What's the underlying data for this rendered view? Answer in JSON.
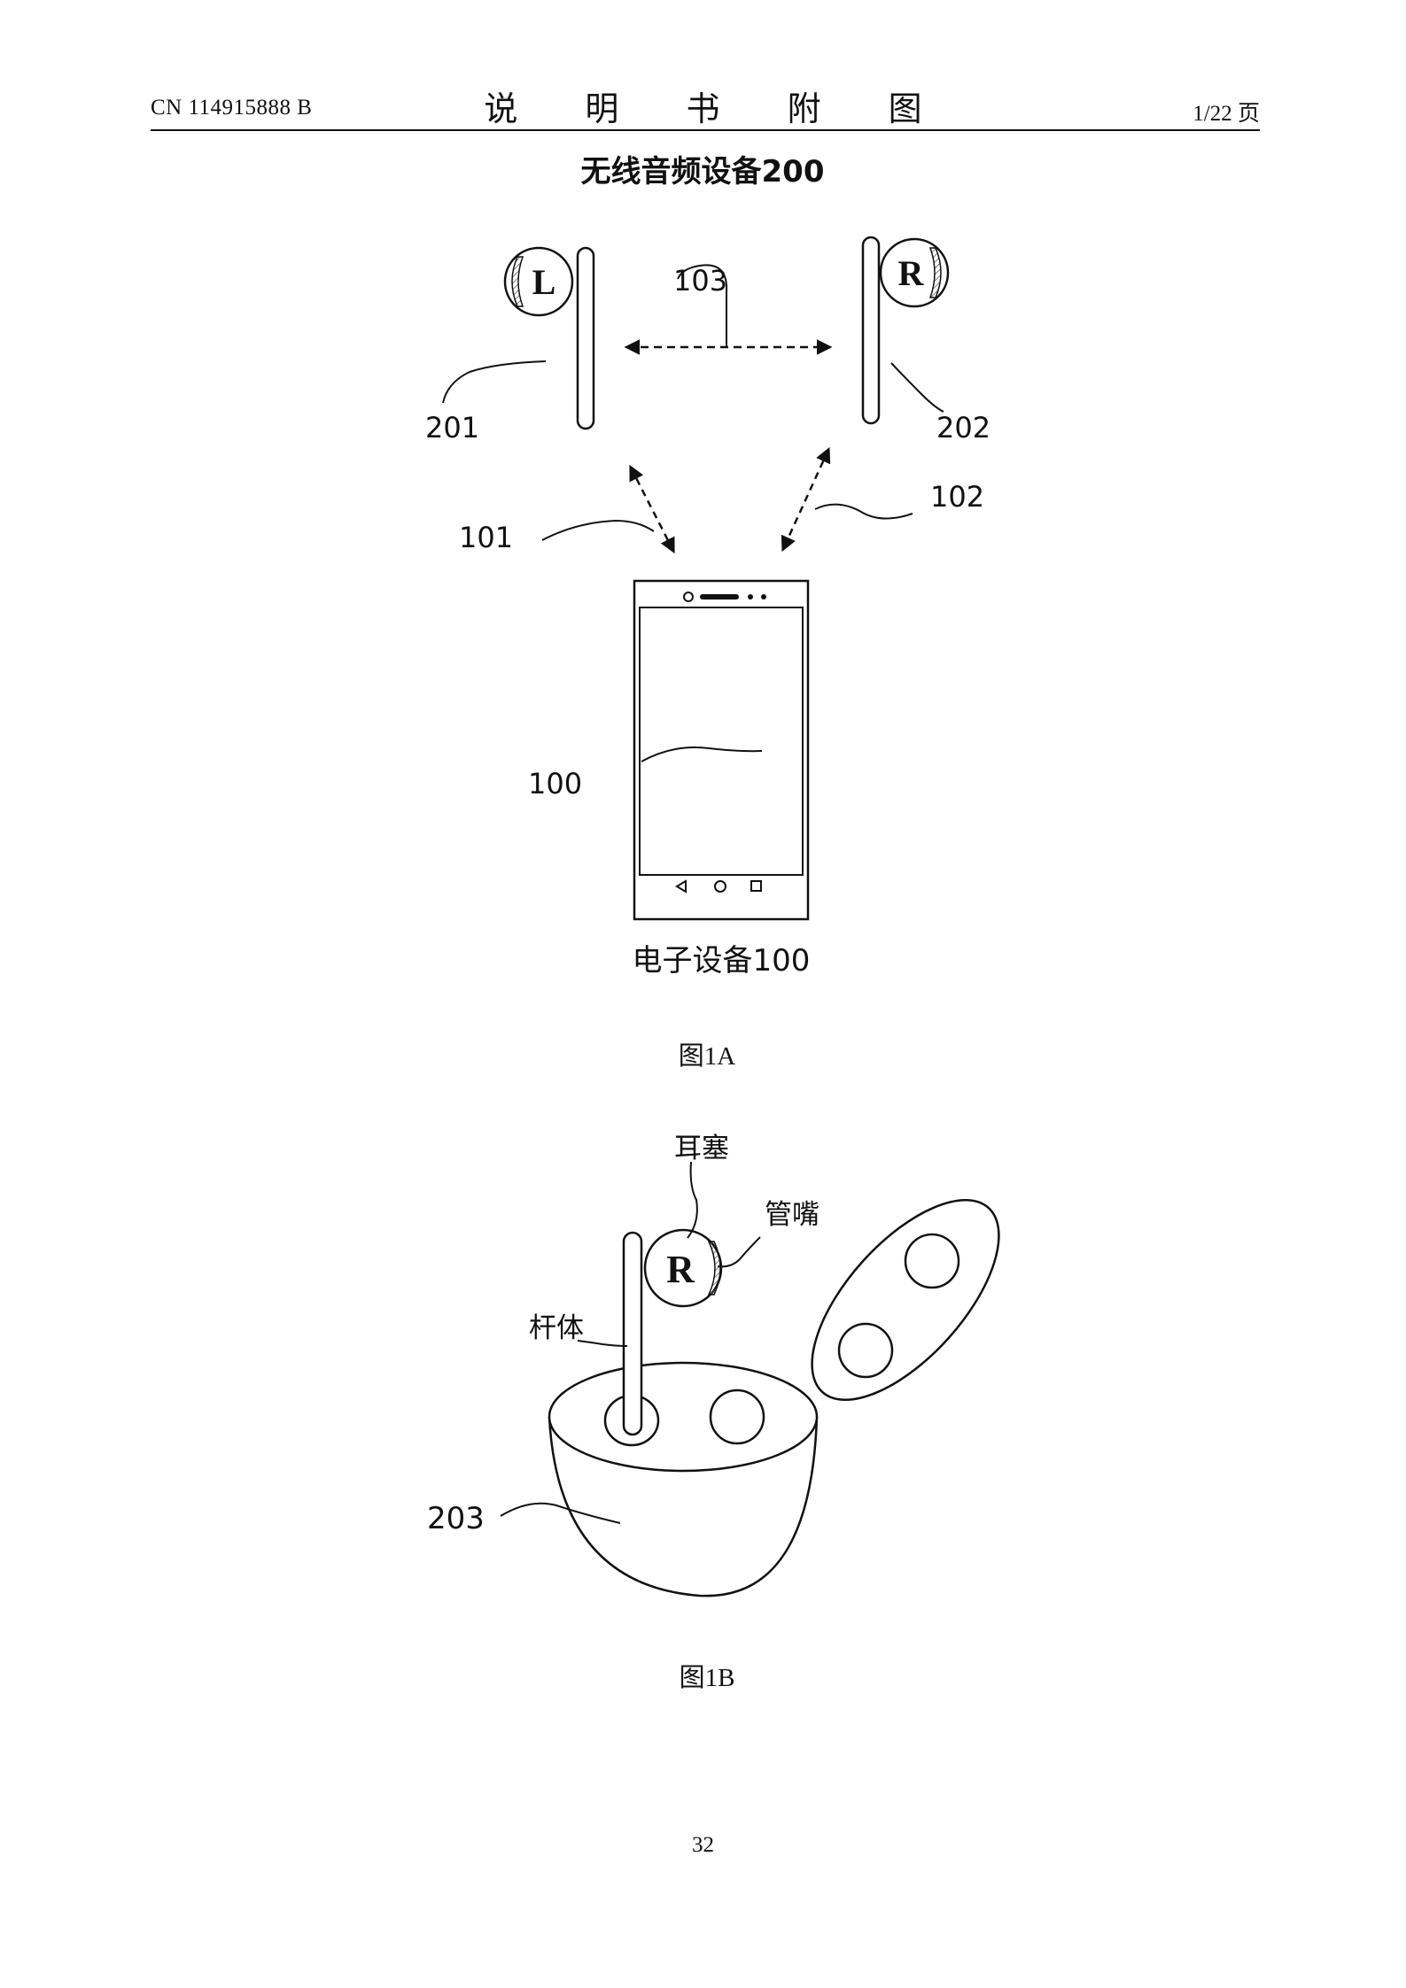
{
  "header": {
    "patent_number": "CN 114915888 B",
    "section_title": "说 明 书 附 图",
    "page_of": "1/22 页"
  },
  "figure_1a": {
    "title": "无线音频设备200",
    "left_earbud_letter": "L",
    "right_earbud_letter": "R",
    "labels": {
      "link_between_earbuds": "103",
      "left_earbud": "201",
      "right_earbud": "202",
      "link_left": "101",
      "link_right": "102",
      "phone": "100"
    },
    "device_caption": "电子设备100",
    "caption": "图1A"
  },
  "figure_1b": {
    "earbud_letter": "R",
    "labels": {
      "ear_tip": "耳塞",
      "nozzle": "管嘴",
      "stem": "杆体",
      "case": "203"
    },
    "caption": "图1B"
  },
  "footer": {
    "page_number": "32"
  }
}
